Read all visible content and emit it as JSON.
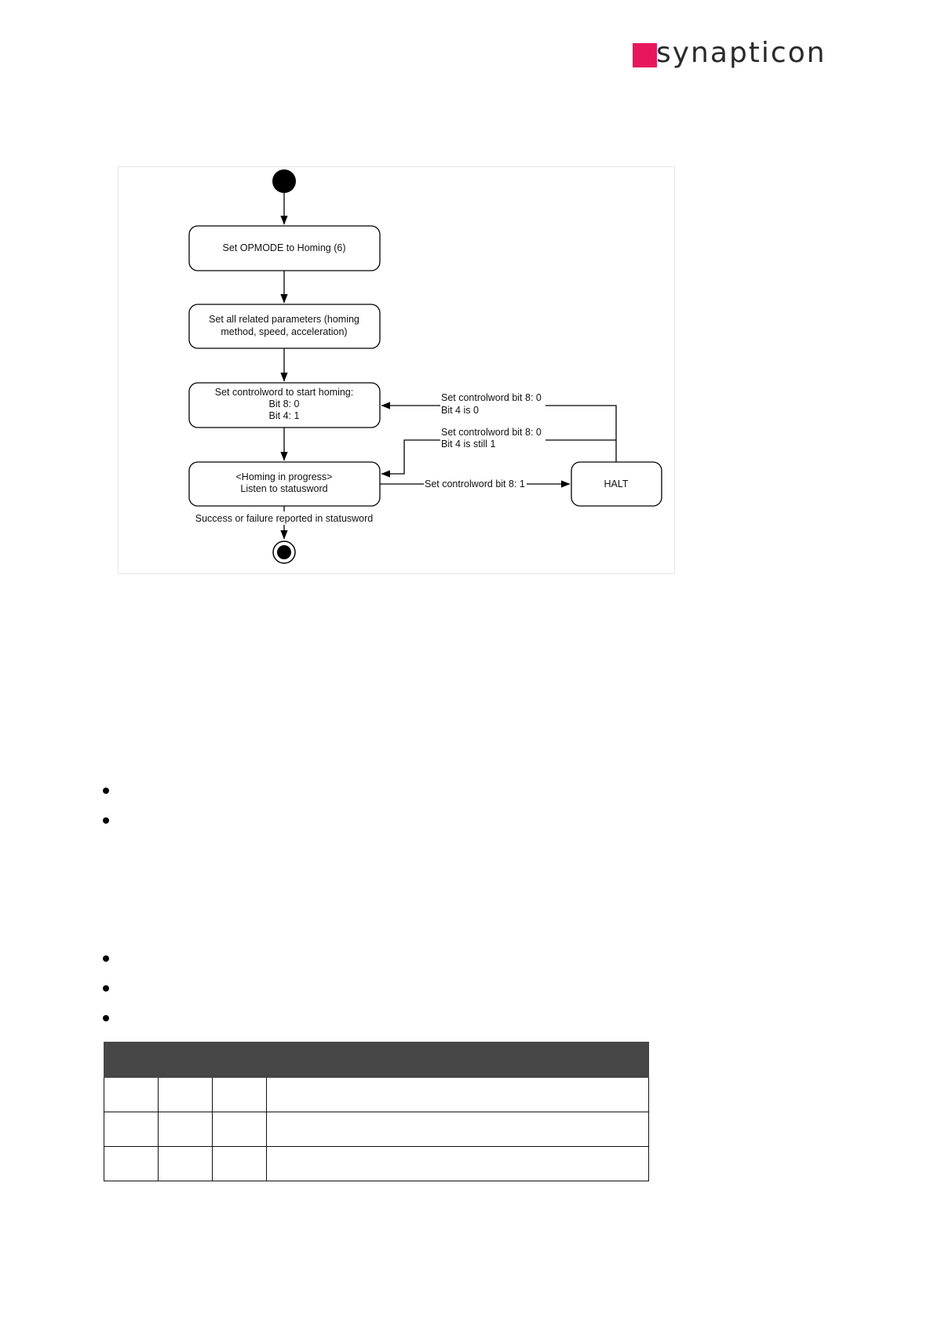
{
  "header": {
    "logo_text": "synapticon",
    "brand_color": "#e8175d"
  },
  "diagram": {
    "nodes": {
      "set_opmode": "Set OPMODE to Homing (6)",
      "set_params_line1": "Set all related parameters (homing",
      "set_params_line2": "method, speed, acceleration)",
      "start_homing_line1": "Set controlword to start homing:",
      "start_homing_line2": "Bit 8: 0",
      "start_homing_line3": "Bit 4: 1",
      "in_progress_line1": "<Homing in progress>",
      "in_progress_line2": "Listen to statusword",
      "halt": "HALT"
    },
    "edges": {
      "halt_to_start_line1": "Set controlword bit 8: 0",
      "halt_to_start_line2": "Bit 4 is 0",
      "halt_to_progress_line1": "Set controlword bit 8: 0",
      "halt_to_progress_line2": "Bit 4 is still 1",
      "progress_to_halt": "Set controlword bit 8: 1",
      "progress_to_end": "Success or failure reported in statusword"
    }
  },
  "table": {
    "columns": 4,
    "rows": 3
  }
}
